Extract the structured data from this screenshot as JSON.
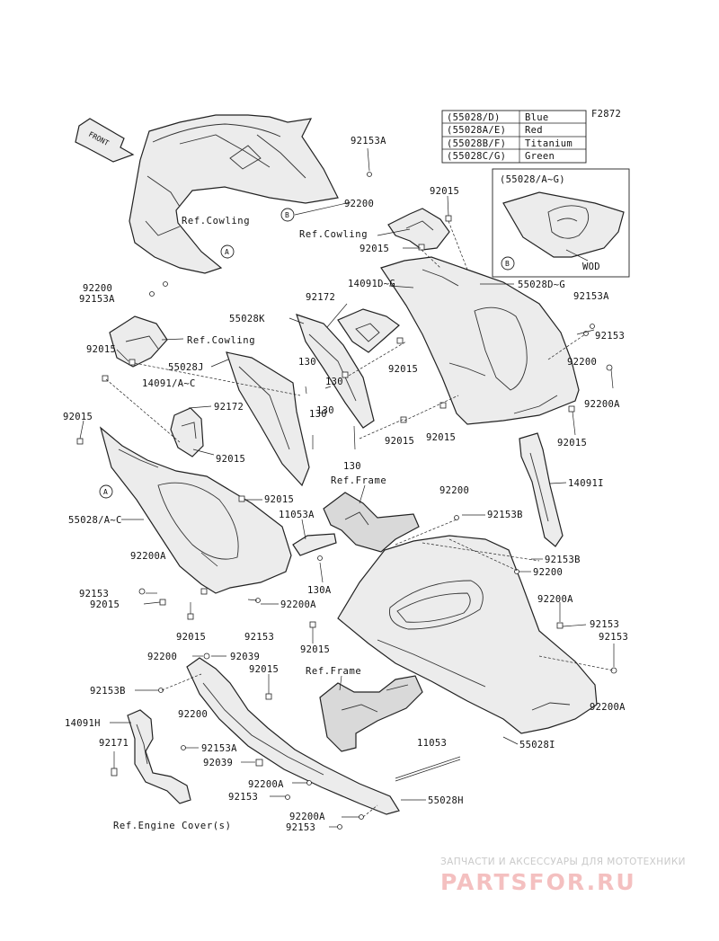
{
  "figure_code": "F2872",
  "color_table": [
    {
      "code": "(55028/D)",
      "color": "Blue"
    },
    {
      "code": "(55028A/E)",
      "color": "Red"
    },
    {
      "code": "(55028B/F)",
      "color": "Titanium"
    },
    {
      "code": "(55028C/G)",
      "color": "Green"
    }
  ],
  "inset": {
    "title": "(55028/A~G)",
    "note": "WOD"
  },
  "front_label": "FRONT",
  "callouts": {
    "a": "A",
    "b": "B"
  },
  "labels": {
    "p92153A_top": "92153A",
    "p92200_top": "92200",
    "ref_cowling_1": "Ref.Cowling",
    "p92015_top": "92015",
    "ref_cowling_2": "Ref.Cowling",
    "p92015_b": "92015",
    "p14091DG": "14091D~G",
    "p55028DG": "55028D~G",
    "p92153A_r": "92153A",
    "p92172_a": "92172",
    "p92200_l": "92200",
    "p92153A_l": "92153A",
    "p55028K": "55028K",
    "p92015_l": "92015",
    "ref_cowling_3": "Ref.Cowling",
    "p55028J": "55028J",
    "p14091AC": "14091/A~C",
    "p130_a": "130",
    "p130_b": "130",
    "p130_c": "130",
    "p130_d": "130",
    "p92015_m": "92015",
    "p92153_r": "92153",
    "p92200_r": "92200",
    "p92200A_r": "92200A",
    "p92015_ll": "92015",
    "p92172_b": "92172",
    "p92015_c": "92015",
    "p92015_d": "92015",
    "p92015_e": "92015",
    "p92015_f": "92015",
    "p14091I": "14091I",
    "ref_frame_1": "Ref.Frame",
    "p92200_c": "92200",
    "p92015_g": "92015",
    "p55028AC": "55028/A~C",
    "p11053A": "11053A",
    "p92153B_a": "92153B",
    "p92200A_l": "92200A",
    "p92153B_b": "92153B",
    "p92200_rr": "92200",
    "p130A": "130A",
    "p92153_l": "92153",
    "p92015_h": "92015",
    "p92200A_c": "92200A",
    "p92200A_r2": "92200A",
    "p92153_r2": "92153",
    "p92015_i": "92015",
    "p92153_c": "92153",
    "p92015_j": "92015",
    "p92153_r3": "92153",
    "p92200_b": "92200",
    "p92039_a": "92039",
    "p92015_k": "92015",
    "ref_frame_2": "Ref.Frame",
    "p92153B_c": "92153B",
    "p92200A_r3": "92200A",
    "p14091H": "14091H",
    "p92200_d": "92200",
    "p55028I": "55028I",
    "p92171": "92171",
    "p92153A_b": "92153A",
    "p11053": "11053",
    "p92039_b": "92039",
    "p92200A_b": "92200A",
    "p92153_b": "92153",
    "p55028H": "55028H",
    "ref_engine": "Ref.Engine Cover(s)",
    "p92200A_b2": "92200A",
    "p92153_b2": "92153"
  },
  "watermark": {
    "line1": "ЗАПЧАСТИ И АКСЕССУАРЫ ДЛЯ МОТОТЕХНИКИ",
    "line2": "PARTSFOR.RU"
  },
  "colors": {
    "line": "#222222",
    "fill": "#ececec",
    "watermark": "#f4c0c0"
  }
}
